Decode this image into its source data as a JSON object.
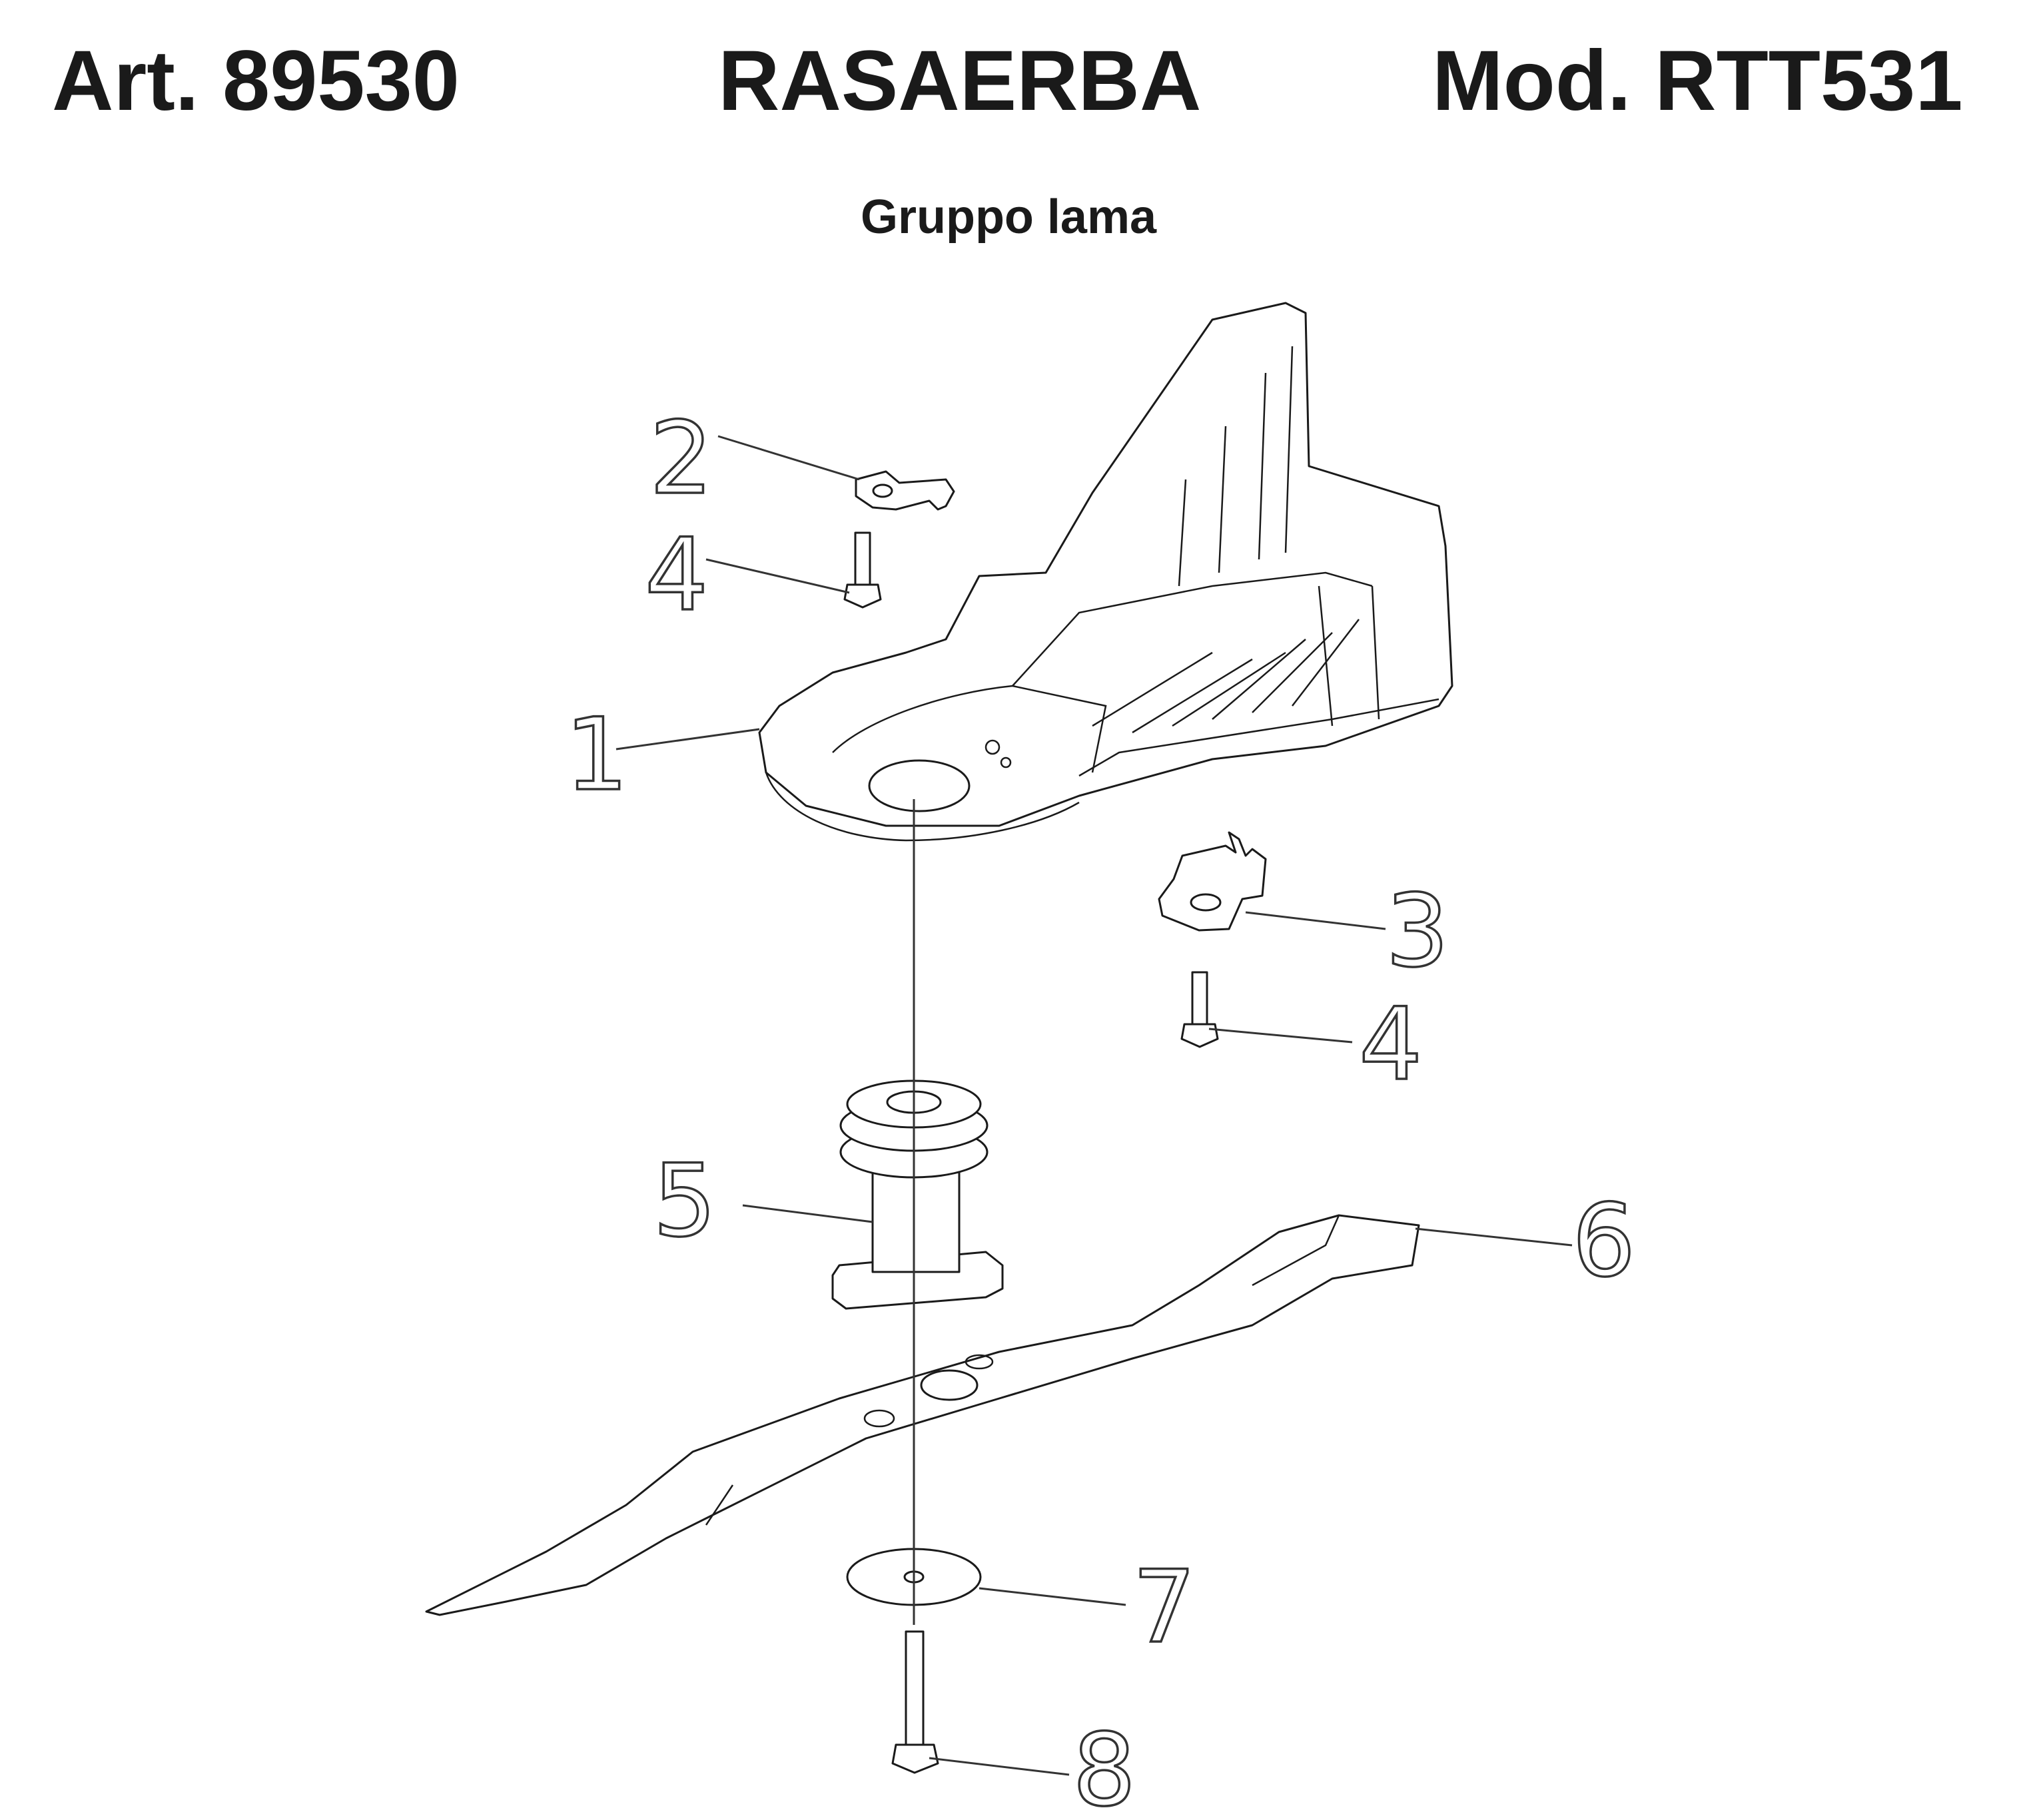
{
  "header": {
    "article": "Art. 89530",
    "title": "RASAERBA",
    "model": "Mod. RTT531"
  },
  "subtitle": "Gruppo lama",
  "parts": [
    {
      "number": "1",
      "part_name": "blade-guard"
    },
    {
      "number": "2",
      "part_name": "bracket-left"
    },
    {
      "number": "3",
      "part_name": "bracket-right"
    },
    {
      "number": "4",
      "part_name": "screw"
    },
    {
      "number": "4",
      "part_name": "screw"
    },
    {
      "number": "5",
      "part_name": "blade-adapter"
    },
    {
      "number": "6",
      "part_name": "blade"
    },
    {
      "number": "7",
      "part_name": "washer"
    },
    {
      "number": "8",
      "part_name": "blade-bolt"
    }
  ]
}
